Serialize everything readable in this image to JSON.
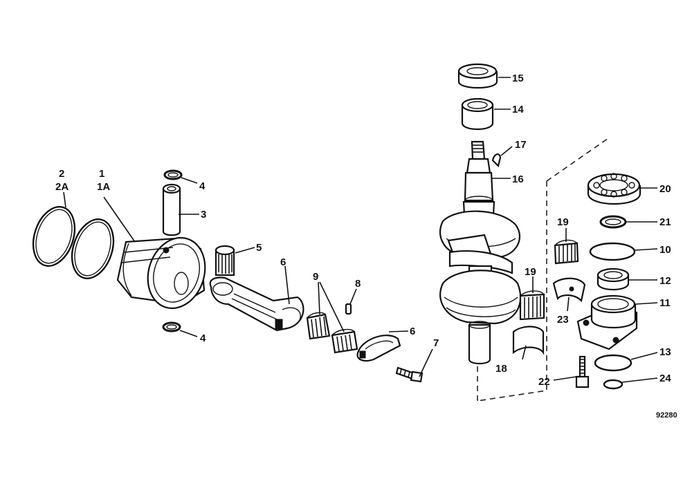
{
  "labels": {
    "l2": "2",
    "l2a": "2A",
    "l1": "1",
    "l1a": "1A",
    "l4a": "4",
    "l3": "3",
    "l5": "5",
    "l6a": "6",
    "l9": "9",
    "l8": "8",
    "l4b": "4",
    "l6b": "6",
    "l7": "7",
    "l15": "15",
    "l14": "14",
    "l17": "17",
    "l16": "16",
    "l19a": "19",
    "l19b": "19",
    "l18": "18",
    "l23": "23",
    "l20": "20",
    "l21": "21",
    "l10": "10",
    "l12": "12",
    "l11": "11",
    "l13": "13",
    "l22": "22",
    "l24": "24"
  },
  "reference_number": "92280"
}
